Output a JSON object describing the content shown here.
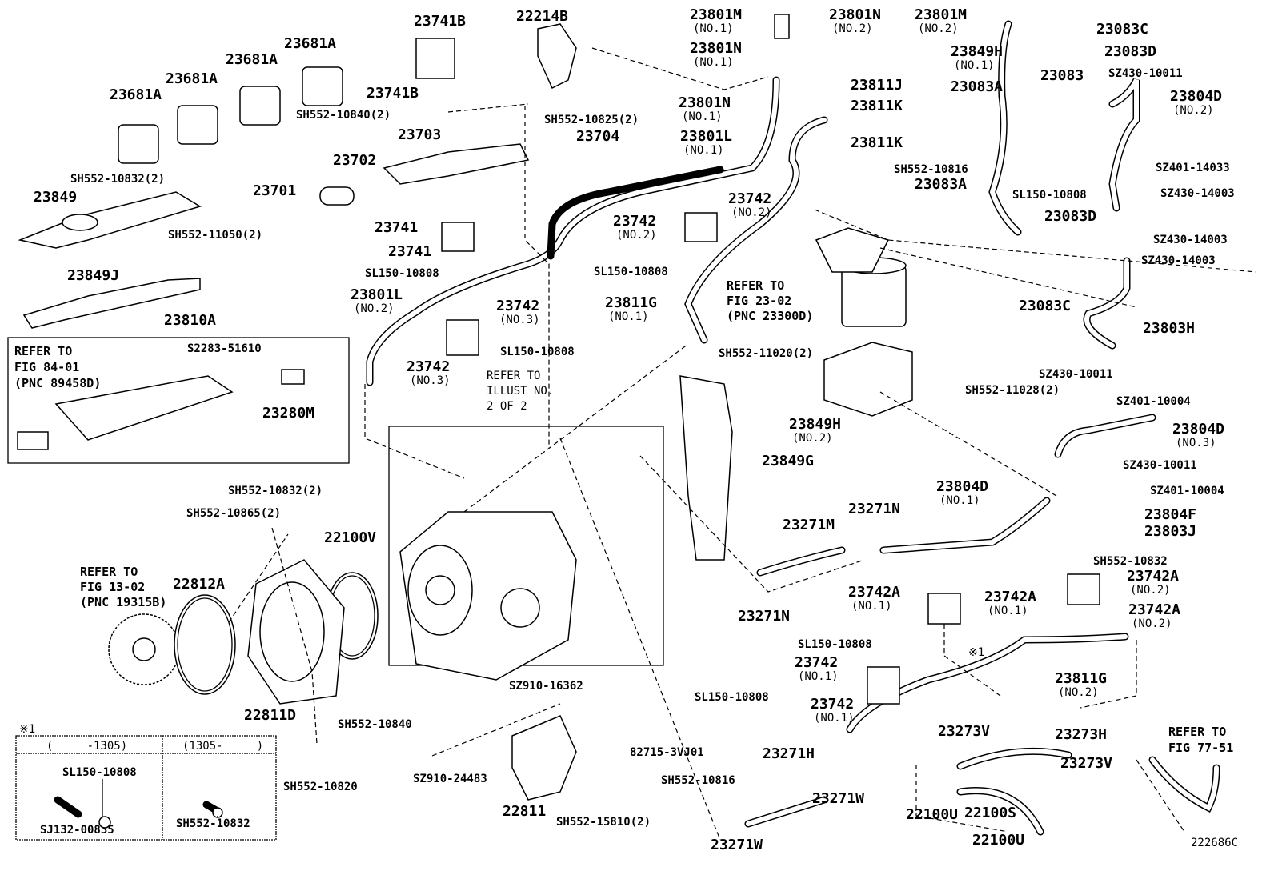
{
  "callouts": [
    {
      "part": "23741B"
    },
    {
      "part": "22214B"
    },
    {
      "part": "23801M",
      "note": "(NO.1)"
    },
    {
      "part": "23801N",
      "note": "(NO.2)"
    },
    {
      "part": "23801M",
      "note": "(NO.2)"
    },
    {
      "part": "23083C"
    },
    {
      "part": "23083D"
    },
    {
      "part": "23681A"
    },
    {
      "part": "23681A"
    },
    {
      "part": "23681A"
    },
    {
      "part": "23681A"
    },
    {
      "part": "23741B"
    },
    {
      "part": "SH552-10840(2)"
    },
    {
      "part": "SH552-10825(2)"
    },
    {
      "part": "23801N",
      "note": "(NO.1)"
    },
    {
      "part": "23849H",
      "note": "(NO.1)"
    },
    {
      "part": "23083"
    },
    {
      "part": "SZ430-10011"
    },
    {
      "part": "23811J"
    },
    {
      "part": "23083A"
    },
    {
      "part": "23804D",
      "note": "(NO.2)"
    },
    {
      "part": "23801N",
      "note": "(NO.1)"
    },
    {
      "part": "23811K"
    },
    {
      "part": "23703"
    },
    {
      "part": "23704"
    },
    {
      "part": "23801L",
      "note": "(NO.1)"
    },
    {
      "part": "23811K"
    },
    {
      "part": "SH552-10816"
    },
    {
      "part": "SZ401-14033"
    },
    {
      "part": "23702"
    },
    {
      "part": "23083A"
    },
    {
      "part": "SH552-10832(2)"
    },
    {
      "part": "SZ430-14003"
    },
    {
      "part": "23701"
    },
    {
      "part": "23849"
    },
    {
      "part": "SL150-10808"
    },
    {
      "part": "23742",
      "note": "(NO.2)"
    },
    {
      "part": "23742",
      "note": "(NO.2)"
    },
    {
      "part": "23083D"
    },
    {
      "part": "23741"
    },
    {
      "part": "SH552-11050(2)"
    },
    {
      "part": "SZ430-14003"
    },
    {
      "part": "23741"
    },
    {
      "part": "SZ430-14003"
    },
    {
      "part": "SL150-10808"
    },
    {
      "part": "SL150-10808"
    },
    {
      "part": "23849J"
    },
    {
      "part": "23801L",
      "note": "(NO.2)"
    },
    {
      "part": "23742",
      "note": "(NO.3)"
    },
    {
      "part": "23083C"
    },
    {
      "part": "23811G",
      "note": "(NO.1)"
    },
    {
      "part": "23810A"
    },
    {
      "part": "23803H"
    },
    {
      "part": "S2283-51610"
    },
    {
      "part": "SL150-10808"
    },
    {
      "part": "SH552-11020(2)"
    },
    {
      "part": "23742",
      "note": "(NO.3)"
    },
    {
      "part": "SZ430-10011"
    },
    {
      "part": "SH552-11028(2)"
    },
    {
      "part": "SZ401-10004"
    },
    {
      "part": "23280M"
    },
    {
      "part": "23849H",
      "note": "(NO.2)"
    },
    {
      "part": "23804D",
      "note": "(NO.3)"
    },
    {
      "part": "23849G"
    },
    {
      "part": "SZ430-10011"
    },
    {
      "part": "SH552-10832(2)"
    },
    {
      "part": "SZ401-10004"
    },
    {
      "part": "23804D",
      "note": "(NO.1)"
    },
    {
      "part": "SH552-10865(2)"
    },
    {
      "part": "23271M"
    },
    {
      "part": "23271N"
    },
    {
      "part": "23804F"
    },
    {
      "part": "22100V"
    },
    {
      "part": "23803J"
    },
    {
      "part": "SH552-10832"
    },
    {
      "part": "22812A"
    },
    {
      "part": "23742A",
      "note": "(NO.2)"
    },
    {
      "part": "23742A",
      "note": "(NO.1)"
    },
    {
      "part": "23742A",
      "note": "(NO.1)"
    },
    {
      "part": "23742A",
      "note": "(NO.2)"
    },
    {
      "part": "23271N"
    },
    {
      "part": "※1"
    },
    {
      "part": "SL150-10808"
    },
    {
      "part": "23742",
      "note": "(NO.1)"
    },
    {
      "part": "23811G",
      "note": "(NO.2)"
    },
    {
      "part": "SZ910-16362"
    },
    {
      "part": "SL150-10808"
    },
    {
      "part": "23742",
      "note": "(NO.1)"
    },
    {
      "part": "22811D"
    },
    {
      "part": "SH552-10840"
    },
    {
      "part": "23273V"
    },
    {
      "part": "23273H"
    },
    {
      "part": "82715-3VJ01"
    },
    {
      "part": "23271H"
    },
    {
      "part": "23273V"
    },
    {
      "part": "SZ910-24483"
    },
    {
      "part": "SH552-10820"
    },
    {
      "part": "SH552-10816"
    },
    {
      "part": "23271W"
    },
    {
      "part": "22811"
    },
    {
      "part": "22100S"
    },
    {
      "part": "22100U"
    },
    {
      "part": "SH552-15810(2)"
    },
    {
      "part": "23271W"
    },
    {
      "part": "22100U"
    }
  ],
  "refer_notes": [
    {
      "lines": [
        "REFER TO",
        "FIG 23-02",
        "(PNC 23300D)"
      ]
    },
    {
      "lines": [
        "REFER TO",
        "FIG 84-01",
        "(PNC 89458D)"
      ]
    },
    {
      "lines": [
        "REFER TO",
        "ILLUST NO.",
        "2 OF 2"
      ]
    },
    {
      "lines": [
        "REFER TO",
        "FIG 13-02",
        "(PNC 19315B)"
      ]
    },
    {
      "lines": [
        "REFER TO",
        "FIG 77-51"
      ]
    }
  ],
  "variant_table": {
    "mark": "※1",
    "col1_header": "(     -1305)",
    "col2_header": "(1305-     )",
    "col1_parts": [
      "SL150-10808",
      "SJ132-00835"
    ],
    "col2_parts": [
      "SH552-10832"
    ]
  },
  "illustration_id": "222686C"
}
